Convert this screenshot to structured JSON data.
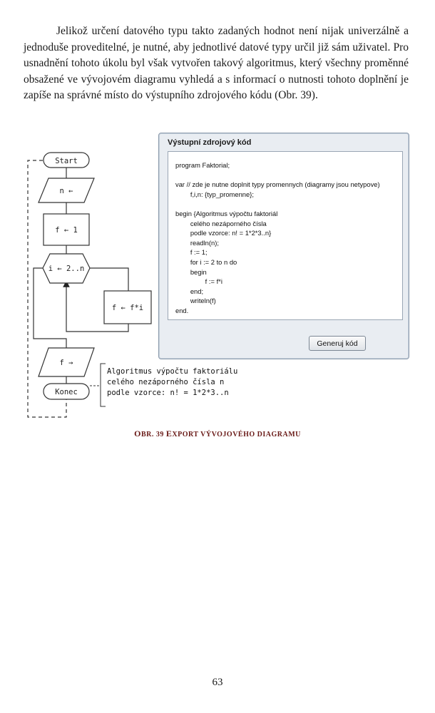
{
  "paragraph": {
    "lines": [
      "Jelikož určení datového typu takto zadaných hodnot není nijak",
      "univerzálně a jednoduše proveditelné, je nutné, aby jednotlivé datové typy určil",
      "již sám uživatel. Pro usnadnění tohoto úkolu byl však vytvořen takový",
      "algoritmus, který všechny proměnné obsažené ve vývojovém diagramu",
      "vyhledá a s informací o nutnosti tohoto doplnění je zapíše na správné místo do",
      "výstupního zdrojového kódu (Obr. 39)."
    ]
  },
  "flowchart": {
    "start": "Start",
    "input": "n ←",
    "init": "f ← 1",
    "loop": "i ← 2..n",
    "body": "f ← f*i",
    "output": "f →",
    "end": "Konec",
    "comment": [
      "Algoritmus výpočtu faktoriálu",
      "celého nezáporného čísla n",
      "podle vzorce: n! = 1*2*3..n"
    ]
  },
  "window": {
    "title": "Výstupní zdrojový kód",
    "code": [
      "program Faktorial;",
      "",
      "var // zde je nutne doplnit typy promennych (diagramy jsou netypove)",
      "        f,i,n: {typ_promenne};",
      "",
      "begin {Algoritmus výpočtu faktoriál",
      "        celého nezáporného čísla",
      "        podle vzorce: n! = 1*2*3..n}",
      "        readln(n);",
      "        f := 1;",
      "        for i := 2 to n do",
      "        begin",
      "                f := f*i",
      "        end;",
      "        writeln(f)",
      "end."
    ],
    "button": "Generuj kód"
  },
  "caption": {
    "prefix_big": "O",
    "prefix": "BR. 39 ",
    "word_big": "E",
    "rest": "XPORT VÝVOJOVÉHO DIAGRAMU"
  },
  "page_number": "63"
}
